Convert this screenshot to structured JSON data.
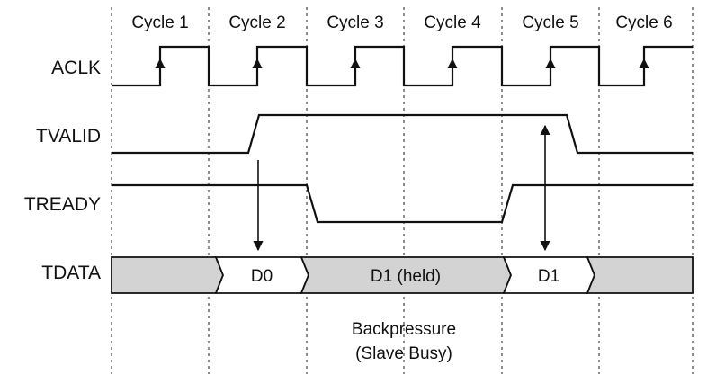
{
  "diagram": {
    "cycles": [
      "Cycle 1",
      "Cycle 2",
      "Cycle 3",
      "Cycle 4",
      "Cycle 5",
      "Cycle 6"
    ],
    "signals": {
      "aclk": "ACLK",
      "tvalid": "TVALID",
      "tready": "TREADY",
      "tdata": "TDATA"
    },
    "data_segments": [
      "D0",
      "D1 (held)",
      "D1"
    ],
    "annotation": {
      "line1": "Backpressure",
      "line2": "(Slave Busy)"
    },
    "colors": {
      "stroke": "#111111",
      "bus_fill": "#d3d3d3",
      "bus_valid_fill": "#ffffff"
    }
  }
}
